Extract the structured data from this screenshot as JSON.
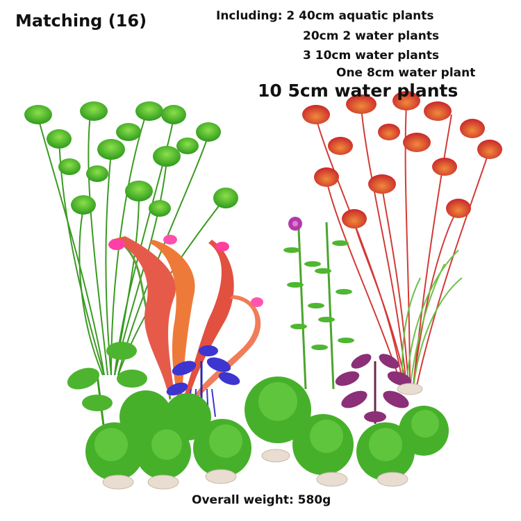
{
  "product": {
    "title": "Matching (16)",
    "contents": [
      "Including: 2 40cm aquatic plants",
      "20cm 2 water plants",
      "3 10cm water plants",
      "One 8cm water plant",
      "10 5cm water plants"
    ],
    "weight": "Overall weight: 580g"
  },
  "colors": {
    "background": "#ffffff",
    "green_plant": "#3fae2a",
    "red_plant": "#d8432f",
    "pink_plant": "#e24c6a",
    "purple_plant": "#8a2a7a",
    "blue_plant": "#3b34c9",
    "base": "#e9dfd2"
  }
}
